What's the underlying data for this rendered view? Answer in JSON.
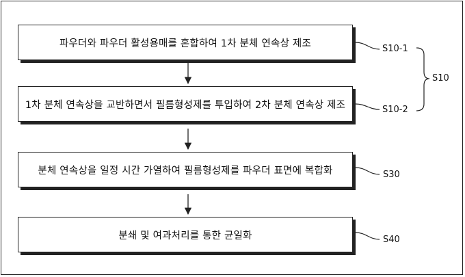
{
  "steps": [
    {
      "text": "파우더와 파우더 활성용매를 혼합하여  1차 분체 연속상 제조",
      "label": "S10-1"
    },
    {
      "text": "1차 분체 연속상을 교반하면서 필름형성제를 투입하여 2차 분체 연속상 제조",
      "label": "S10-2"
    },
    {
      "text": "분체 연속상을 일정 시간 가열하여 필름형성제를 파우더 표면에 복합화",
      "label": "S30"
    },
    {
      "text": "분쇄 및 여과처리를 통한 균일화",
      "label": "S40"
    }
  ],
  "group_label": "S10",
  "colors": {
    "line": "#222222",
    "text": "#111111",
    "background": "#ffffff"
  }
}
